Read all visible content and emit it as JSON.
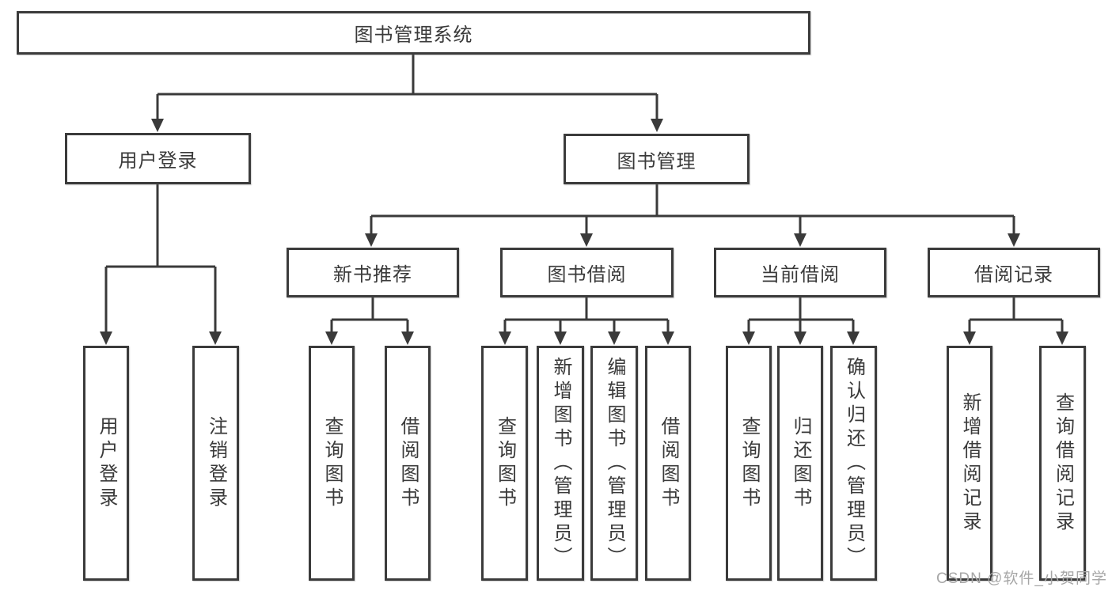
{
  "tree": {
    "root": {
      "label": "图书管理系统"
    },
    "branches": [
      {
        "label": "用户登录",
        "children": [
          {
            "label": "用户登录"
          },
          {
            "label": "注销登录"
          }
        ]
      },
      {
        "label": "图书管理",
        "groups": [
          {
            "label": "新书推荐",
            "children": [
              {
                "label": "查询图书"
              },
              {
                "label": "借阅图书"
              }
            ]
          },
          {
            "label": "图书借阅",
            "children": [
              {
                "label": "查询图书"
              },
              {
                "label": "新增图书（管理员）"
              },
              {
                "label": "编辑图书（管理员）"
              },
              {
                "label": "借阅图书"
              }
            ]
          },
          {
            "label": "当前借阅",
            "children": [
              {
                "label": "查询图书"
              },
              {
                "label": "归还图书"
              },
              {
                "label": "确认归还（管理员）"
              }
            ]
          },
          {
            "label": "借阅记录",
            "children": [
              {
                "label": "新增借阅记录"
              },
              {
                "label": "查询借阅记录"
              }
            ]
          }
        ]
      }
    ]
  },
  "watermark": {
    "text": "CSDN @软件_小贺同学"
  },
  "colors": {
    "line": "#3a3a3a",
    "text": "#3a3a3a",
    "box_border": "#3b3b3b",
    "watermark": "#a6a6a6",
    "background": "#ffffff"
  }
}
